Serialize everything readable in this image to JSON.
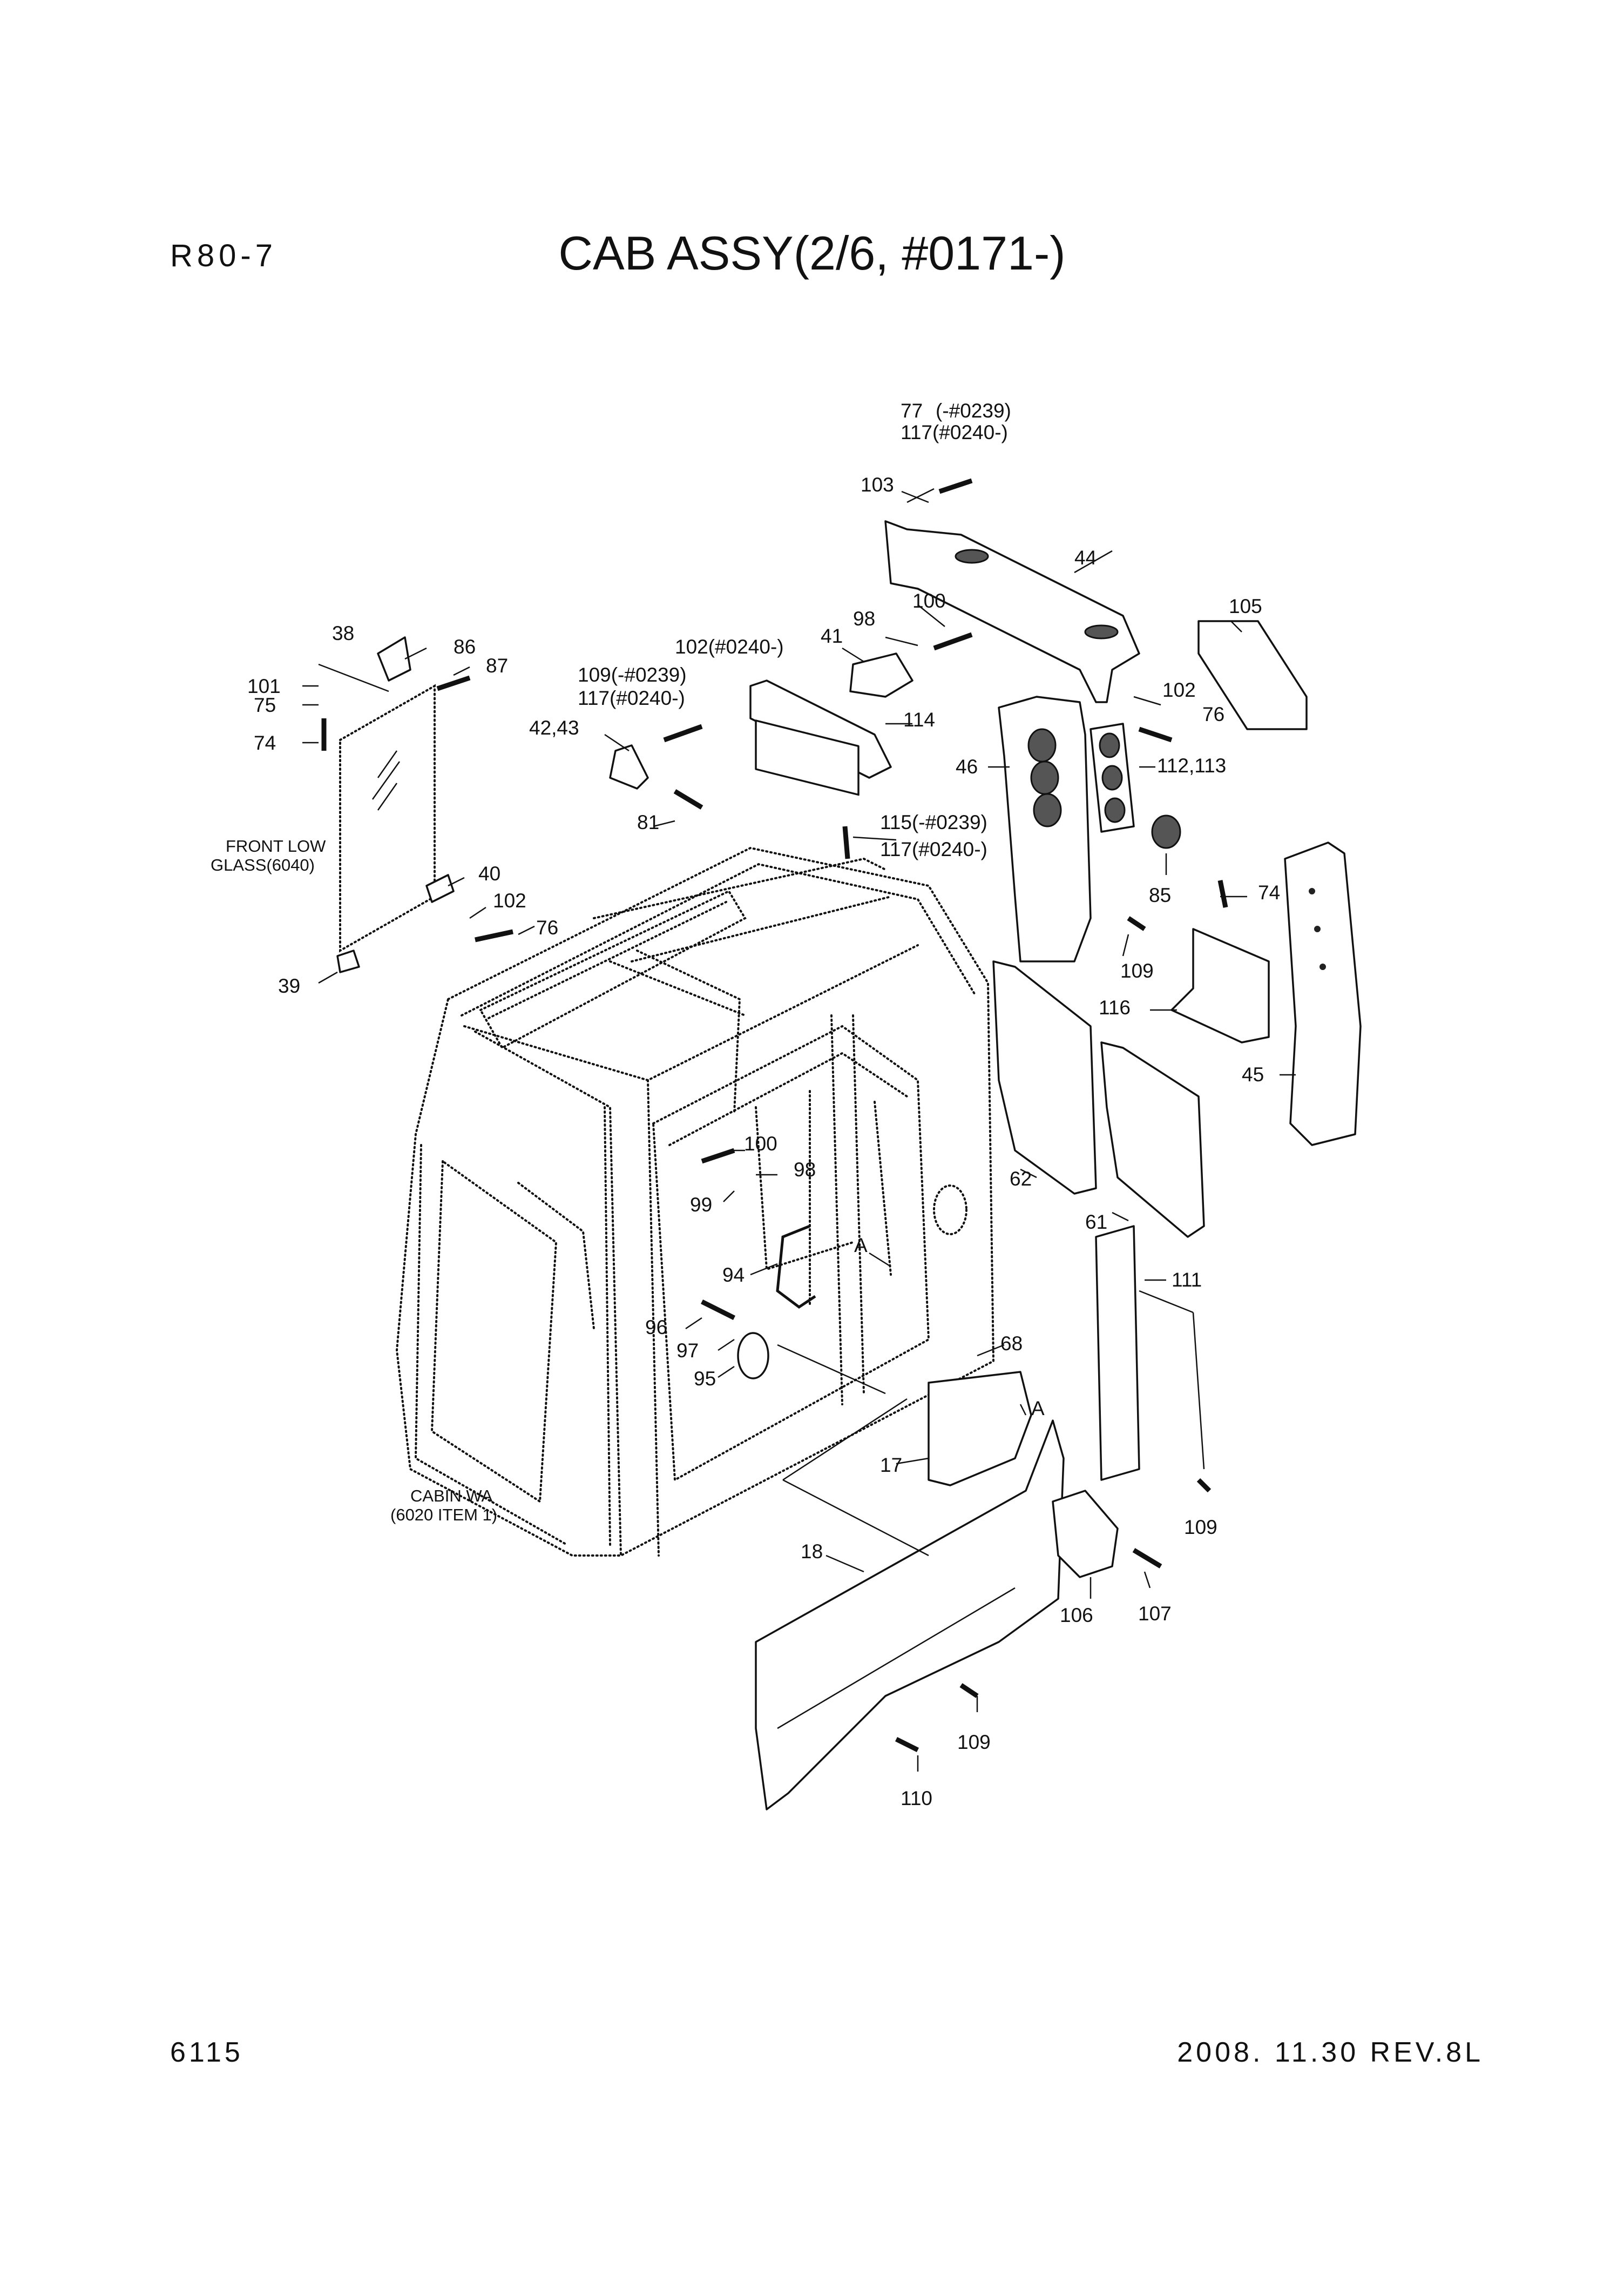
{
  "header": {
    "model": "R80-7",
    "title": "CAB ASSY(2/6, #0171-)"
  },
  "footer": {
    "page": "6115",
    "revision": "2008. 11.30  REV.8L"
  },
  "notes": {
    "front_low_glass_1": "FRONT LOW",
    "front_low_glass_2": "GLASS(6040)",
    "cabin_1": "CABIN WA",
    "cabin_2": "(6020 ITEM 1)"
  },
  "callouts": {
    "c77": "77",
    "c77_range": "(-#0239)",
    "c117_top": "117(#0240-)",
    "c103": "103",
    "c44": "44",
    "c105": "105",
    "c100_top": "100",
    "c98_top": "98",
    "c41": "41",
    "c102_mid": "102",
    "c76_mid": "76",
    "c102_top": "102(#0240-)",
    "c109_top": "109(-#0239)",
    "c117_mid": "117(#0240-)",
    "c114": "114",
    "c42_43": "42,43",
    "c81": "81",
    "c115": "115(-#0239)",
    "c117_low": "117(#0240-)",
    "c46": "46",
    "c112_113": "112,113",
    "c85": "85",
    "c74_right": "74",
    "c109_mid": "109",
    "c116": "116",
    "c45": "45",
    "c38": "38",
    "c86": "86",
    "c87": "87",
    "c101": "101",
    "c75": "75",
    "c74_left": "74",
    "c40": "40",
    "c102_left": "102",
    "c76_left": "76",
    "c39": "39",
    "c100_cab": "100",
    "c98_cab": "98",
    "c99": "99",
    "c94": "94",
    "c96": "96",
    "c97": "97",
    "c95": "95",
    "cA_cab": "A",
    "c62": "62",
    "c61": "61",
    "c111": "111",
    "c68": "68",
    "cA_panel": "A",
    "c17": "17",
    "c18": "18",
    "c109_right": "109",
    "c106": "106",
    "c107": "107",
    "c109_low": "109",
    "c110": "110"
  }
}
